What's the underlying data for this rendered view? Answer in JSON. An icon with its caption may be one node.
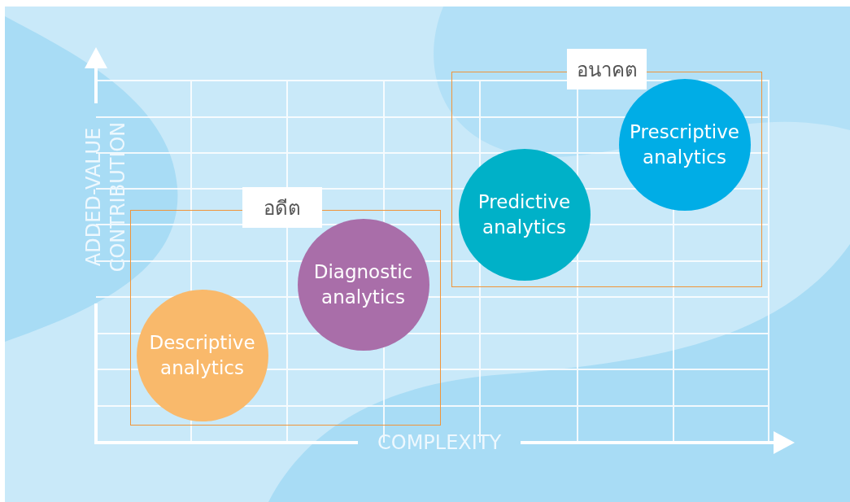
{
  "diagram": {
    "nodes": [
      {
        "text": [
          "อดีต"
        ]
      },
      {
        "text": [
          "Descriptive analytics"
        ],
        "in": 0
      },
      {
        "text": [
          "Diagnostic analytics"
        ],
        "in": 0
      },
      {
        "text": [
          "อนาคต"
        ]
      },
      {
        "text": [
          "Predictive analytics"
        ],
        "in": 3
      },
      {
        "text": [
          "Prescriptive analytics"
        ],
        "in": 3
      }
    ],
    "labels": [
      "ADDED-VALUE CONTRIBUTION",
      "COMPLEXITY"
    ]
  }
}
